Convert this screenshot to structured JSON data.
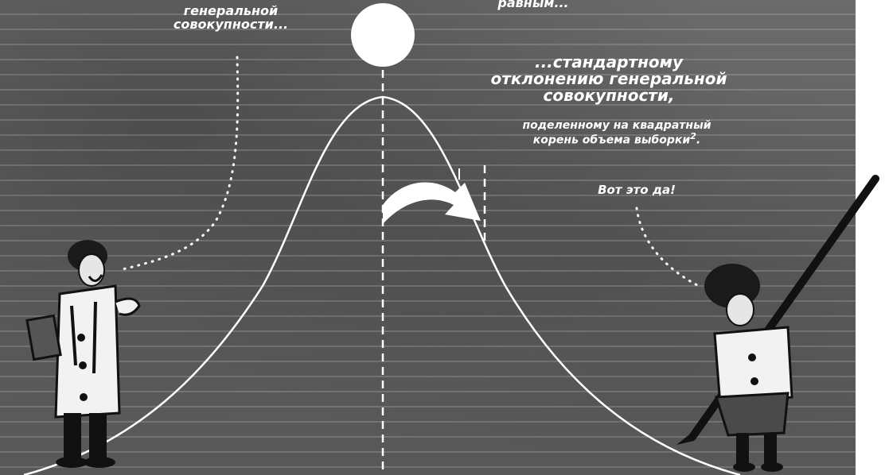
{
  "text": {
    "left_caption": [
      "генеральной",
      "совокупности..."
    ],
    "top_caption": "равным...",
    "main_caption": [
      "...стандартному",
      "отклонению генеральной",
      "совокупности,"
    ],
    "main_sub": [
      "поделенному на квадратный",
      "корень объема выборки"
    ],
    "footnote_mark": "2",
    "footnote_dot": ".",
    "exclamation": "Вот это да!"
  },
  "colors": {
    "board": "#5e5e5e",
    "chalk": "#ffffff",
    "ink": "#111111"
  },
  "icons": [
    "moon-circle",
    "curved-arrow",
    "scientist-with-clipboard",
    "scientist-with-pen"
  ]
}
